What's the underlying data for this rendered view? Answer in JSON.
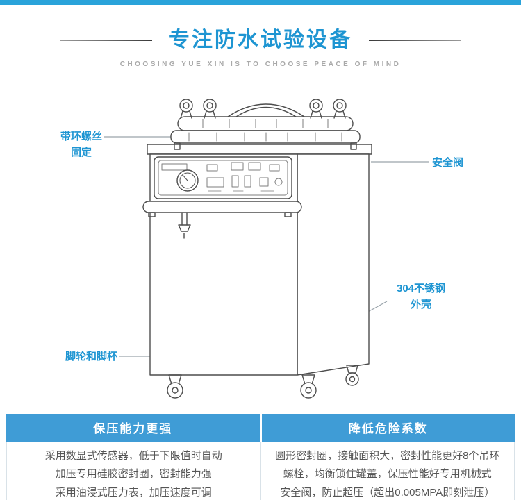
{
  "accent": {
    "blue": "#1E95D2",
    "feature_header_bg": "#3F9CD6",
    "top_bar": "#2AA3DA"
  },
  "header": {
    "title": "专注防水试验设备",
    "subtitle": "CHOOSING YUE XIN IS TO CHOOSE PEACE OF MIND"
  },
  "diagram": {
    "callouts": [
      {
        "id": "eyebolt-fixing",
        "label": "带环螺丝\n固定"
      },
      {
        "id": "safety-valve",
        "label": "安全阀"
      },
      {
        "id": "stainless-shell",
        "label": "304不锈钢\n外壳"
      },
      {
        "id": "casters",
        "label": "脚轮和脚杯"
      }
    ]
  },
  "features": {
    "columns": [
      {
        "header": "保压能力更强",
        "body": "采用数显式传感器，低于下限值时自动\n加压专用硅胶密封圈，密封能力强\n采用油浸式压力表，加压速度可调"
      },
      {
        "header": "降低危险系数",
        "body": "圆形密封圈，接触面积大，密封性能更好8个吊环\n螺栓，均衡锁住罐盖，保压性能好专用机械式\n安全阀，防止超压（超出0.005MPA即刻泄压）"
      }
    ]
  }
}
